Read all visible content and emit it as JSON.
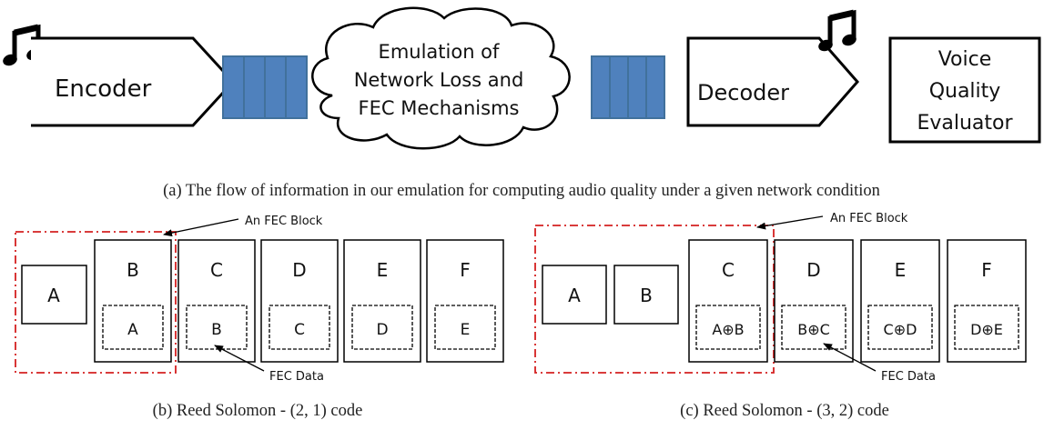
{
  "flow": {
    "encoder_label": "Encoder",
    "cloud_lines": [
      "Emulation of",
      "Network Loss and",
      "FEC Mechanisms"
    ],
    "decoder_label": "Decoder",
    "evaluator_lines": [
      "Voice",
      "Quality",
      "Evaluator"
    ],
    "music_icon": "music-note-icon",
    "queue_color": "#4F81BD",
    "caption": "(a) The flow of information in our emulation for computing audio quality under a given network condition"
  },
  "panel_b": {
    "block_label": "An FEC Block",
    "fec_data_label": "FEC Data",
    "packets": [
      {
        "label": "A",
        "fec": ""
      },
      {
        "label": "B",
        "fec": "A"
      },
      {
        "label": "C",
        "fec": "B"
      },
      {
        "label": "D",
        "fec": "C"
      },
      {
        "label": "E",
        "fec": "D"
      },
      {
        "label": "F",
        "fec": "E"
      }
    ],
    "caption": "(b) Reed Solomon - (2, 1) code"
  },
  "panel_c": {
    "block_label": "An FEC Block",
    "fec_data_label": "FEC Data",
    "packets": [
      {
        "label": "A",
        "fec": ""
      },
      {
        "label": "B",
        "fec": ""
      },
      {
        "label": "C",
        "fec": "A⊕B"
      },
      {
        "label": "D",
        "fec": "B⊕C"
      },
      {
        "label": "E",
        "fec": "C⊕D"
      },
      {
        "label": "F",
        "fec": "D⊕E"
      }
    ],
    "caption": "(c) Reed Solomon - (3, 2) code"
  },
  "colors": {
    "block_outline": "#d42020",
    "stroke": "#000000"
  }
}
